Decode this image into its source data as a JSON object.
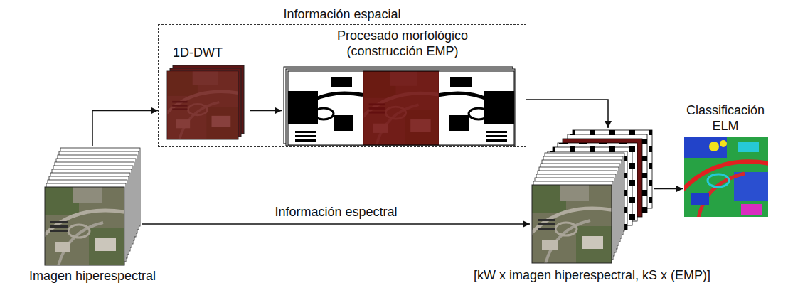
{
  "diagram": {
    "nodes": [
      {
        "text": [
          "Información espacial"
        ]
      },
      {
        "text": [
          "1D-DWT"
        ],
        "in": 0
      },
      {
        "text": [
          "Procesado morfológico (construcción EMP)"
        ],
        "in": 0
      },
      {
        "text": [
          "Imagen hiperespectral"
        ]
      },
      {
        "text": [
          "[kW x imagen hiperespectral, kS x (EMP)]"
        ]
      },
      {
        "text": [
          "Classificación ELM"
        ]
      }
    ],
    "edges": [
      {
        "from": 3,
        "to": 0,
        "arrow": "to"
      },
      {
        "from": 1,
        "to": 2,
        "arrow": "to"
      },
      {
        "from": 0,
        "to": 4,
        "arrow": "to"
      },
      {
        "from": 3,
        "to": 4,
        "arrow": "to",
        "label": "Información espectral"
      },
      {
        "from": 4,
        "to": 5,
        "arrow": "to"
      }
    ]
  }
}
